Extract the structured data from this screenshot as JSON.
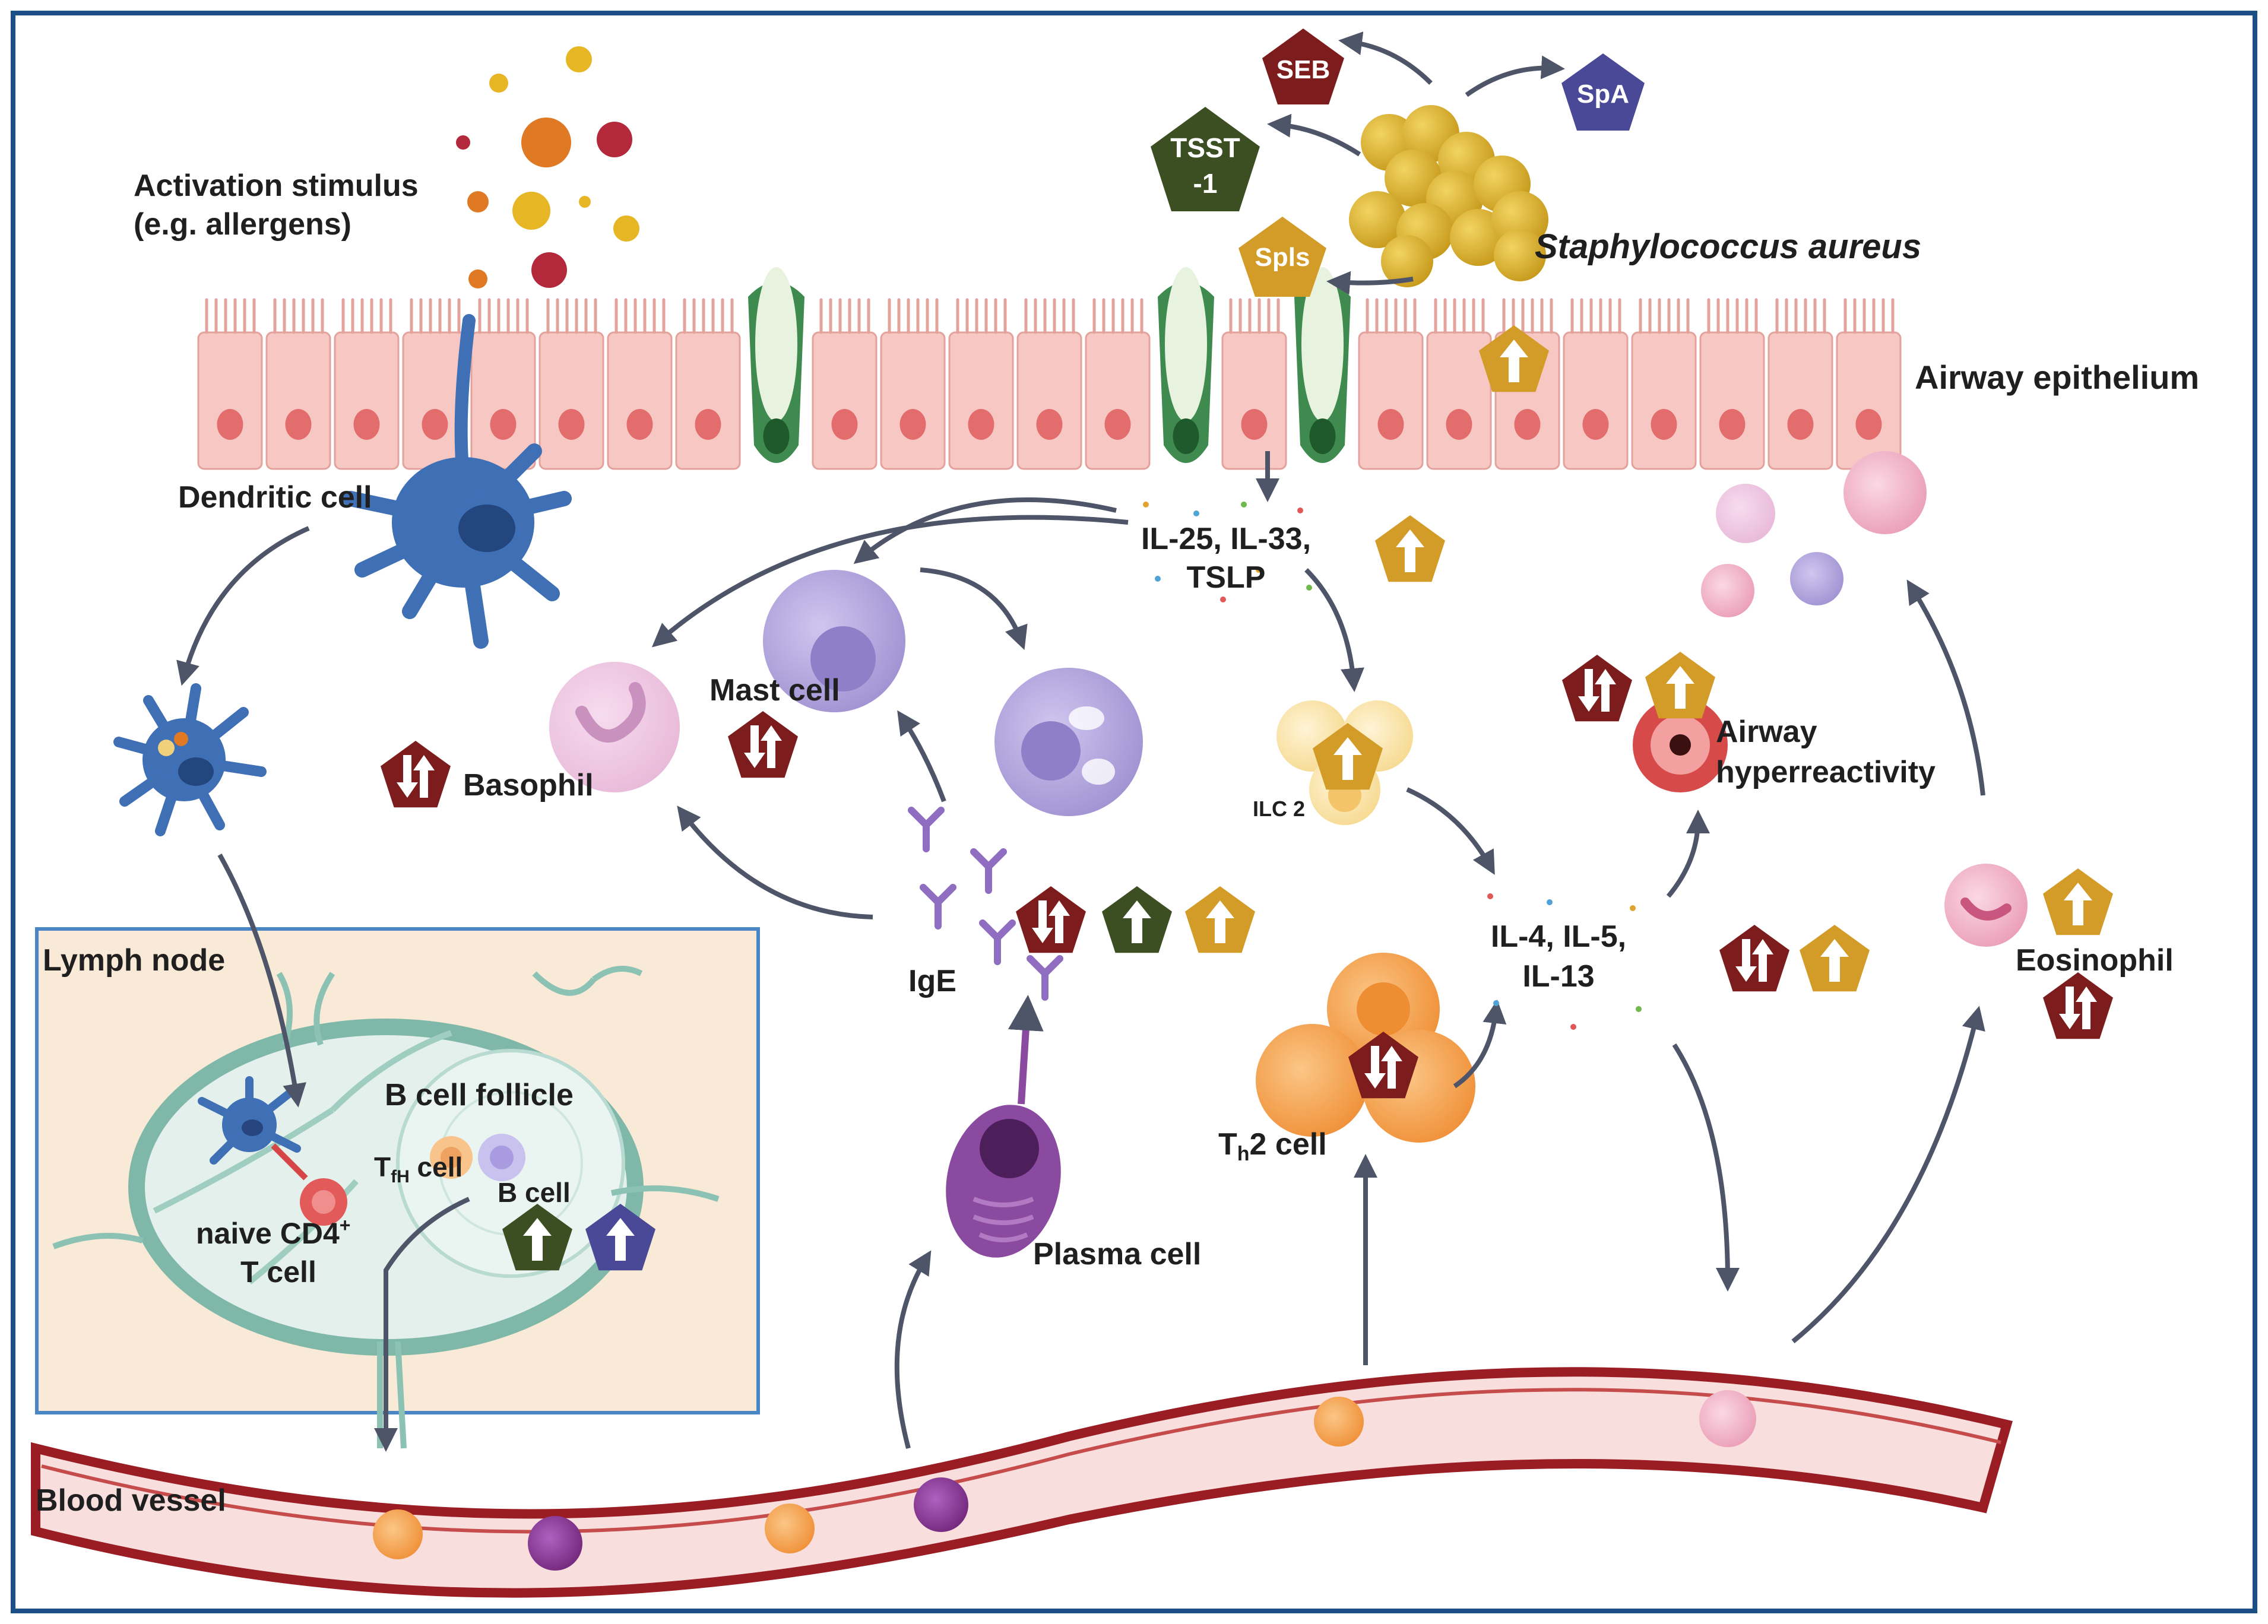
{
  "colors": {
    "frame": "#1d4f87",
    "lymph_fill": "#f9ead8",
    "lymph_border": "#4a86c4",
    "badge_maroon": "#7d1c1c",
    "badge_olive": "#3c4f22",
    "badge_gold": "#d39b27",
    "badge_navy": "#4a4997",
    "staph_gold": "#d3ac2a",
    "dendritic_blue": "#3f6fb5",
    "epithelium_pink": "#f6c7c3",
    "goblet_green": "#3f8a4e",
    "vessel_red": "#9b1d24",
    "vessel_fill": "#f9dede",
    "arrow_gray": "#4f5568",
    "th2_orange": "#f0953f",
    "mast_lilac": "#a69ad6"
  },
  "labels": {
    "activation_stimulus_line1": "Activation stimulus",
    "activation_stimulus_line2": "(e.g. allergens)",
    "airway_epithelium": "Airway epithelium",
    "staph": "Staphylococcus aureus",
    "dendritic_cell": "Dendritic cell",
    "cytokines_1_line1": "IL-25, IL-33,",
    "cytokines_1_line2": "TSLP",
    "mast_cell": "Mast cell",
    "basophil": "Basophil",
    "ilc2": "ILC 2",
    "airway_hyper_line1": "Airway",
    "airway_hyper_line2": "hyperreactivity",
    "ige": "IgE",
    "cytokines_2_line1": "IL-4, IL-5,",
    "cytokines_2_line2": "IL-13",
    "eosinophil": "Eosinophil",
    "lymph_node": "Lymph node",
    "b_cell_follicle": "B cell follicle",
    "tfh_cell_t": "T",
    "tfh_cell_sub": "fH",
    "tfh_cell_suffix": " cell",
    "b_cell": "B cell",
    "naive_line1": "naive CD4",
    "naive_sup": "+",
    "naive_line2": "T cell",
    "th2_t": "T",
    "th2_sub": "h",
    "th2_suffix": "2 cell",
    "plasma_cell": "Plasma cell",
    "blood_vessel": "Blood vessel"
  },
  "toxins": {
    "seb": "SEB",
    "spa": "SpA",
    "tsst_line1": "TSST",
    "tsst_line2": "-1",
    "spls": "Spls"
  },
  "icons": {
    "up_arrow": "up-arrow-icon",
    "up_down_arrows": "up-down-arrows-icon"
  }
}
